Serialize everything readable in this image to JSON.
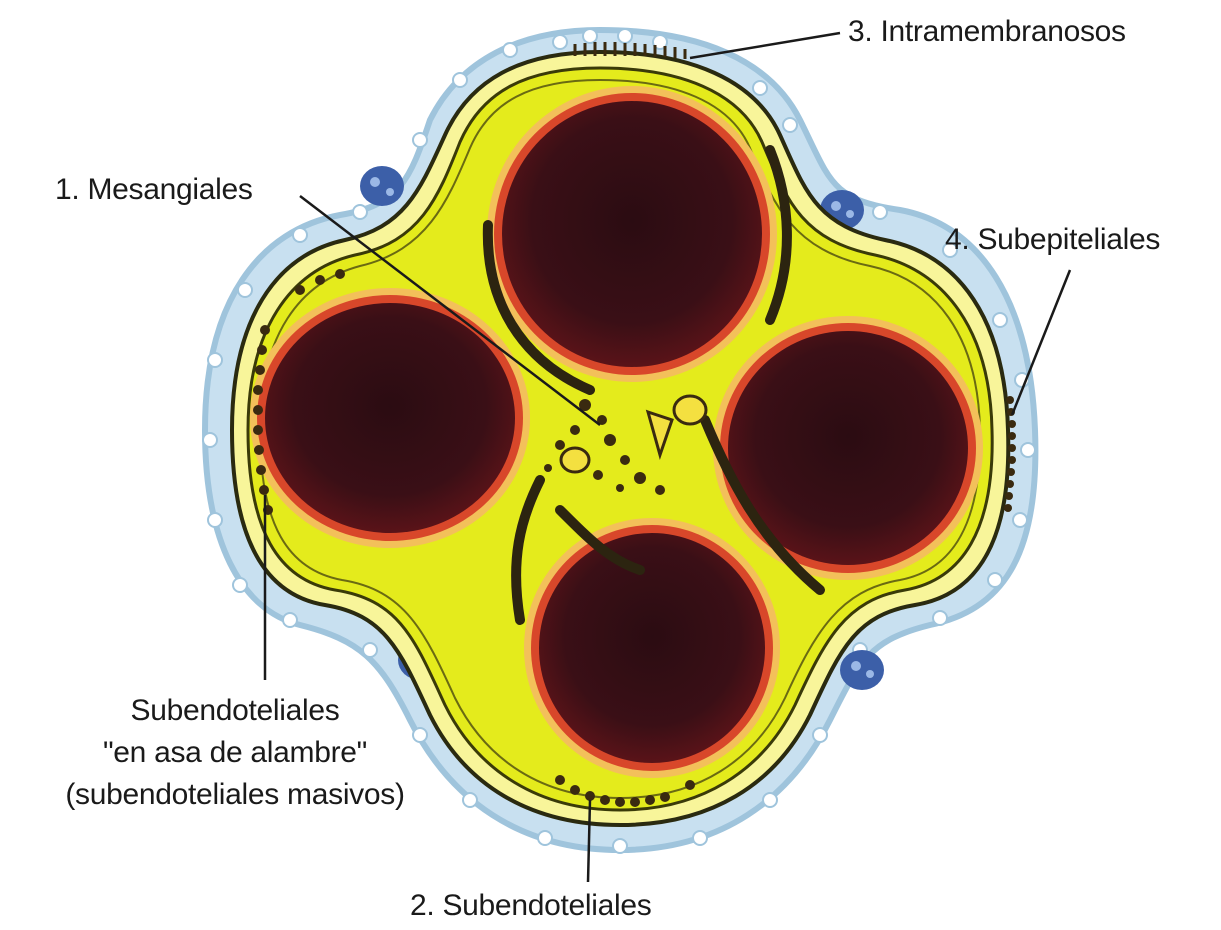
{
  "labels": {
    "mesangiales": "1. Mesangiales",
    "subendoteliales": "2. Subendoteliales",
    "intramembranosos": "3. Intramembranosos",
    "subepiteliales": "4. Subepiteliales",
    "wire_loop": {
      "line1": "Subendoteliales",
      "line2": "\"en asa de alambre\"",
      "line3": "(subendoteliales masivos)"
    }
  },
  "colors": {
    "lumen": "#2a0a10",
    "endothelium_rim": "#d8472a",
    "mesangial_matrix": "#e8ec1e",
    "basement_membrane": "#f6f392",
    "podocyte": "#b9d6ea",
    "deposits": "#3a2a10",
    "leader_line": "#1a1a1a"
  }
}
